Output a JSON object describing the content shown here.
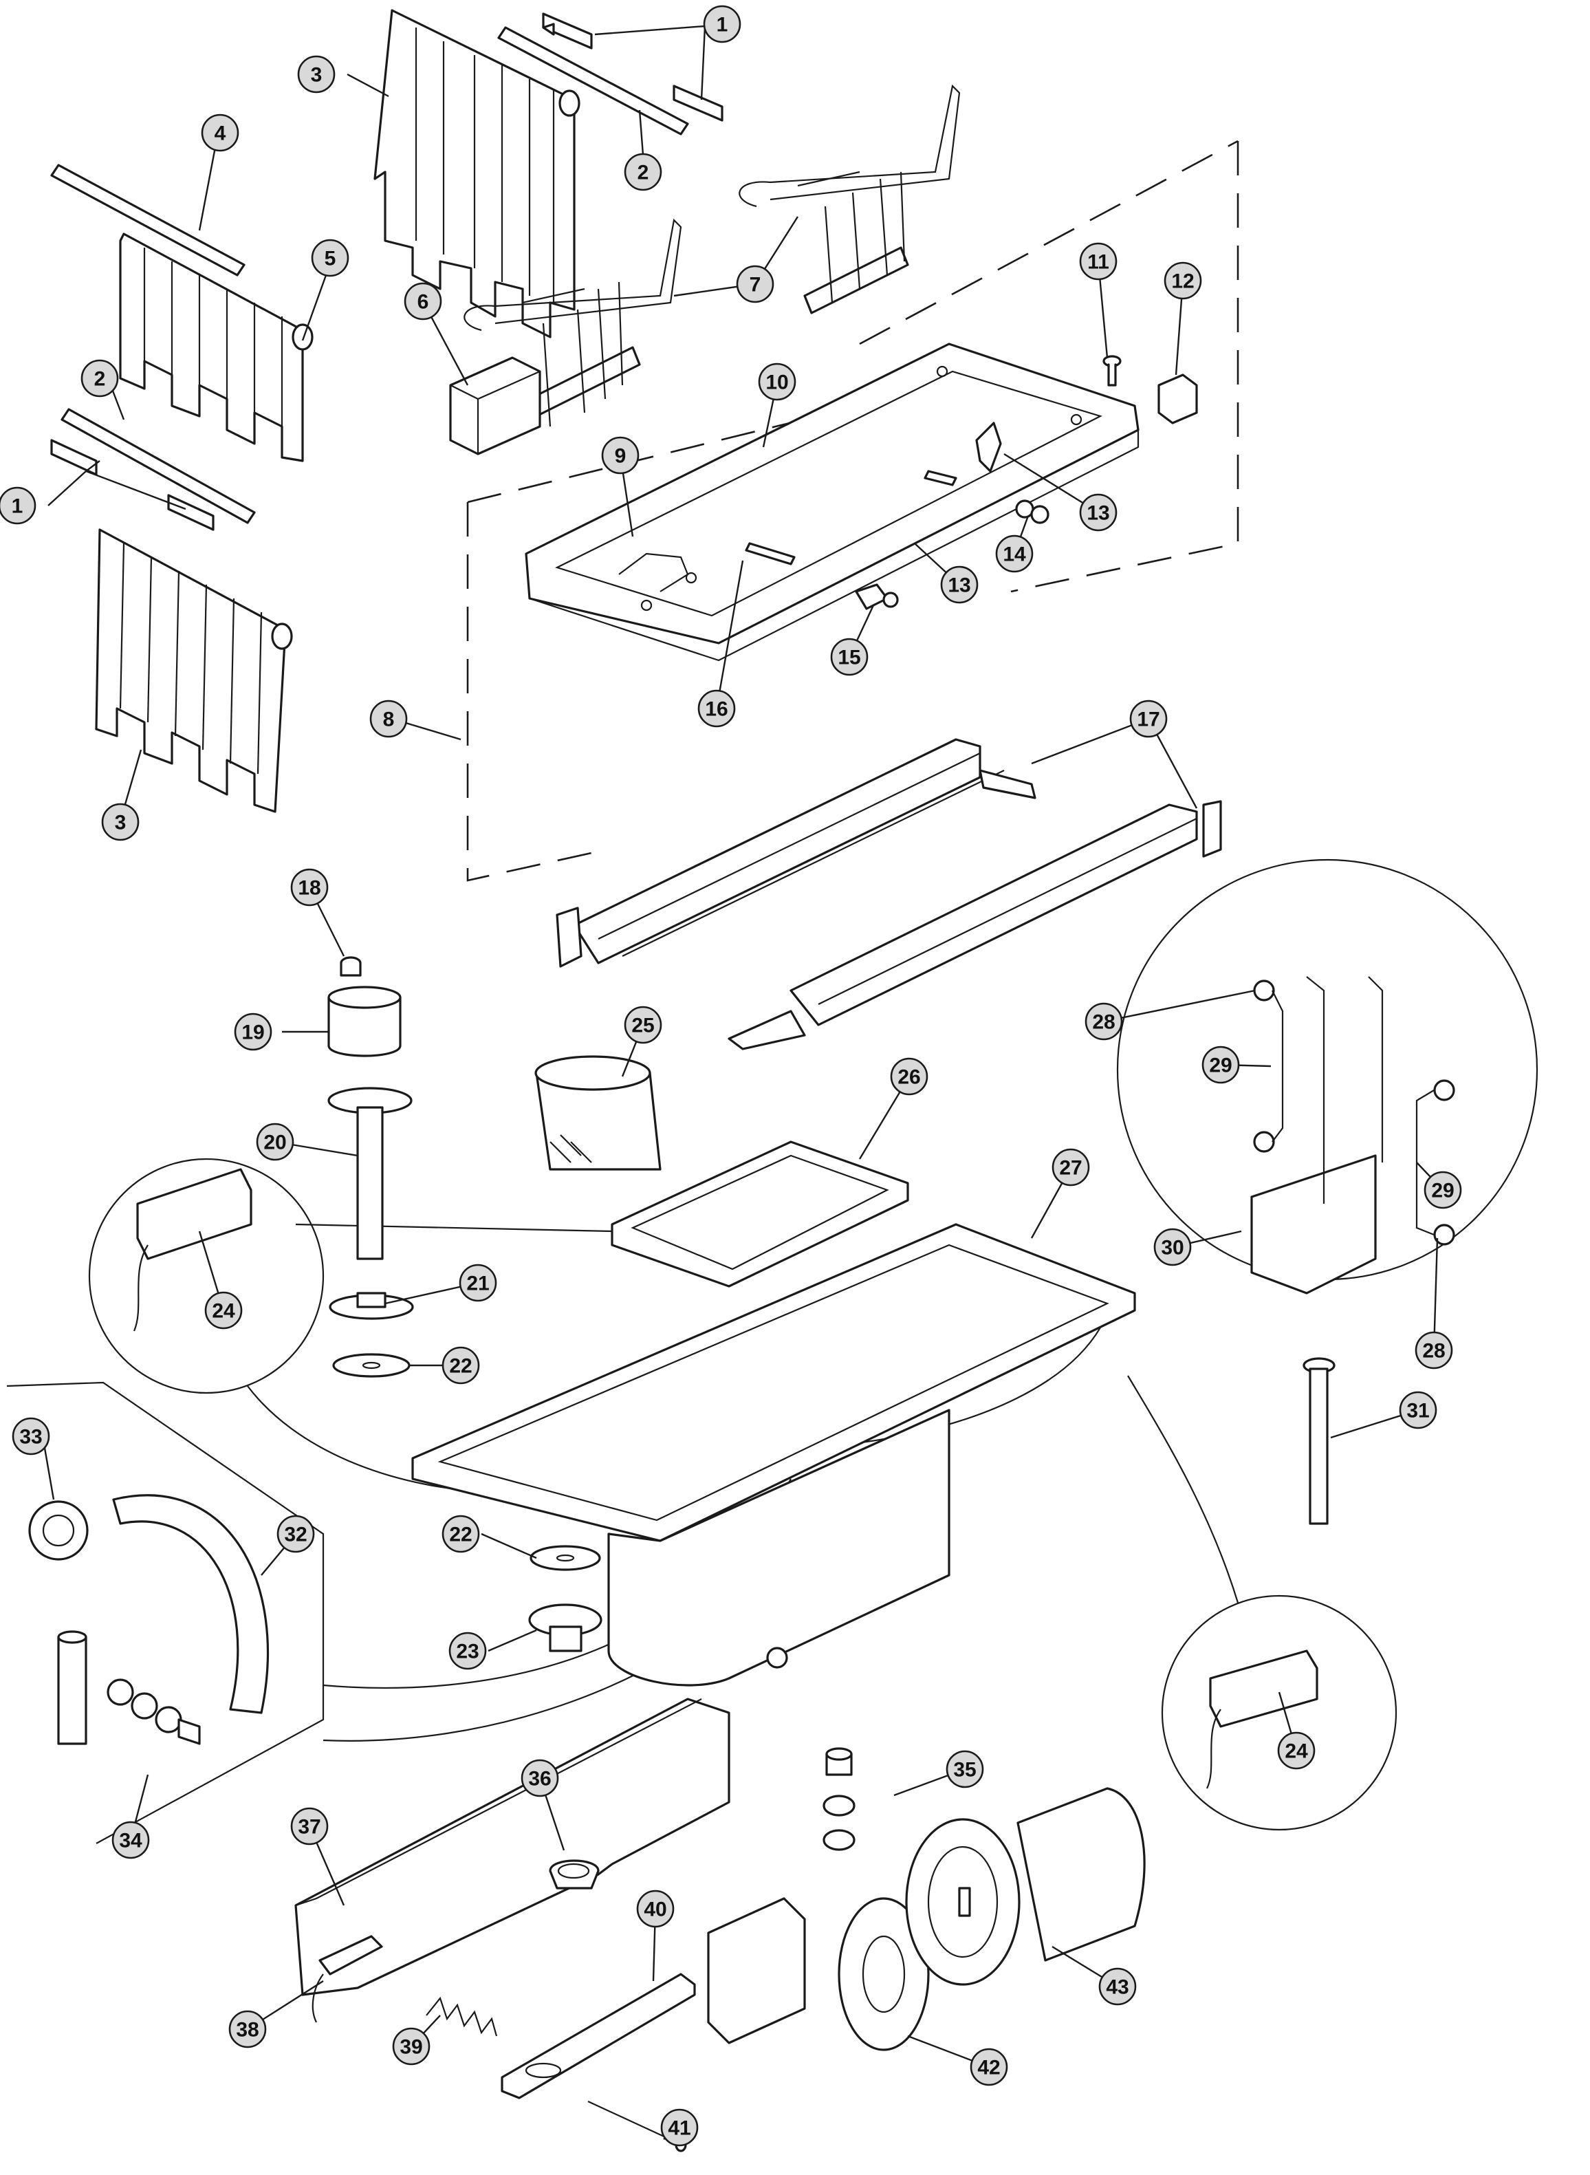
{
  "diagram": {
    "callout_color": "#d9d9d9",
    "line_color": "#1a1a1a",
    "callouts": [
      "1",
      "1",
      "2",
      "2",
      "3",
      "3",
      "4",
      "5",
      "6",
      "7",
      "7",
      "8",
      "9",
      "10",
      "11",
      "12",
      "13",
      "13",
      "14",
      "15",
      "16",
      "17",
      "18",
      "19",
      "20",
      "21",
      "22",
      "22",
      "23",
      "24",
      "24",
      "25",
      "26",
      "27",
      "28",
      "28",
      "29",
      "29",
      "30",
      "31",
      "32",
      "33",
      "34",
      "35",
      "36",
      "37",
      "38",
      "39",
      "40",
      "41",
      "42",
      "43"
    ]
  }
}
